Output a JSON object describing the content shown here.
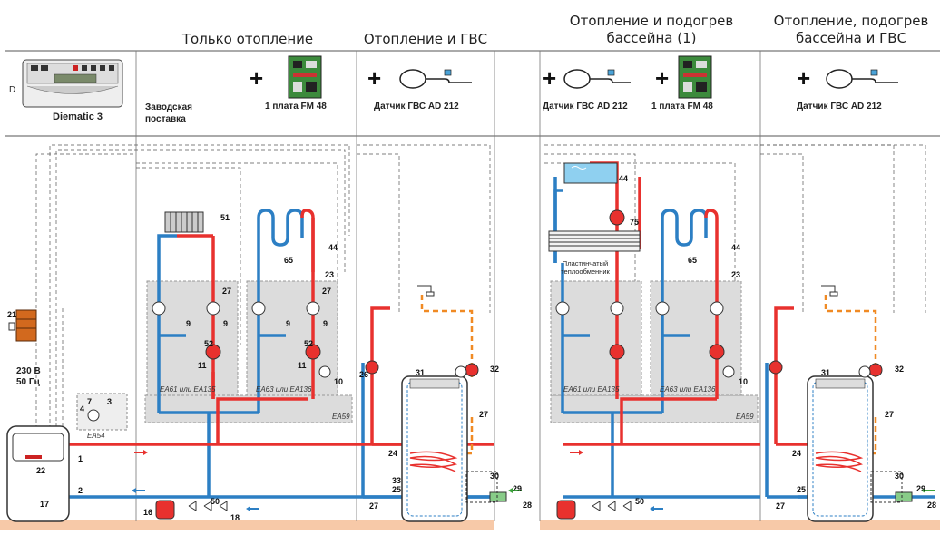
{
  "headers": {
    "col1": "Только отопление",
    "col2": "Отопление и ГВС",
    "col3": "Отопление и подогрев бассейна (1)",
    "col4": "Отопление, подогрев бассейна и ГВС"
  },
  "panel": {
    "letter": "D",
    "name": "Diematic 3"
  },
  "options": {
    "factory": "Заводская поставка",
    "fm48": "1 плата FM 48",
    "dhw_sensor": "Датчик ГВС AD 212",
    "plus": "+"
  },
  "labels": {
    "voltage": "230 В",
    "frequency": "50 Гц",
    "plate_hx": "Пластинчатый теплообменник"
  },
  "ea_labels": {
    "ea54": "EA54",
    "ea61": "EA61 или EA135",
    "ea63": "EA63 или EA136",
    "ea59": "EA59"
  },
  "numbers": [
    "1",
    "2",
    "3",
    "4",
    "7",
    "9",
    "10",
    "11",
    "16",
    "17",
    "18",
    "21",
    "22",
    "23",
    "24",
    "25",
    "26",
    "27",
    "28",
    "29",
    "30",
    "31",
    "32",
    "33",
    "44",
    "50",
    "51",
    "52",
    "65",
    "75"
  ],
  "colors": {
    "flow": "#e8312e",
    "return": "#2c7fc4",
    "dhw": "#f08a24",
    "module": "#dcdcdc",
    "floor": "#f7c9a8",
    "brick": "#d2691e"
  }
}
